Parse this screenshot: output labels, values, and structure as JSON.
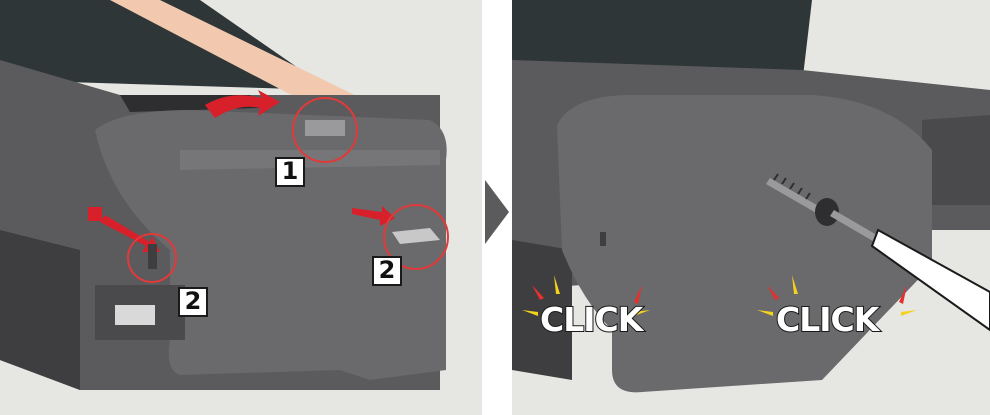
{
  "panels": [
    {
      "id": "left",
      "labels": [
        {
          "name": "step-label-1",
          "text": "1"
        },
        {
          "name": "step-label-2-right",
          "text": "2"
        },
        {
          "name": "step-label-2-left",
          "text": "2"
        }
      ]
    },
    {
      "id": "right",
      "click_labels": [
        "CLICK",
        "CLICK"
      ]
    }
  ],
  "colors": {
    "background": "#e6e6e2",
    "housing": "#5b5b5d",
    "housing_dark": "#3e3e40",
    "cover": "#6a6a6c",
    "belt": "#2f3638",
    "accent_red": "#d8202a",
    "highlight_circle": "#e03a3a",
    "belt_strip": "#f2c9ae",
    "burst_red": "#e5302d",
    "burst_yellow": "#f5d21c",
    "divider_arrow": "#5b5b5d"
  },
  "icons": {
    "divider": "chevron-right-icon",
    "tool": "screwdriver-icon",
    "fastener": "screw-icon"
  }
}
